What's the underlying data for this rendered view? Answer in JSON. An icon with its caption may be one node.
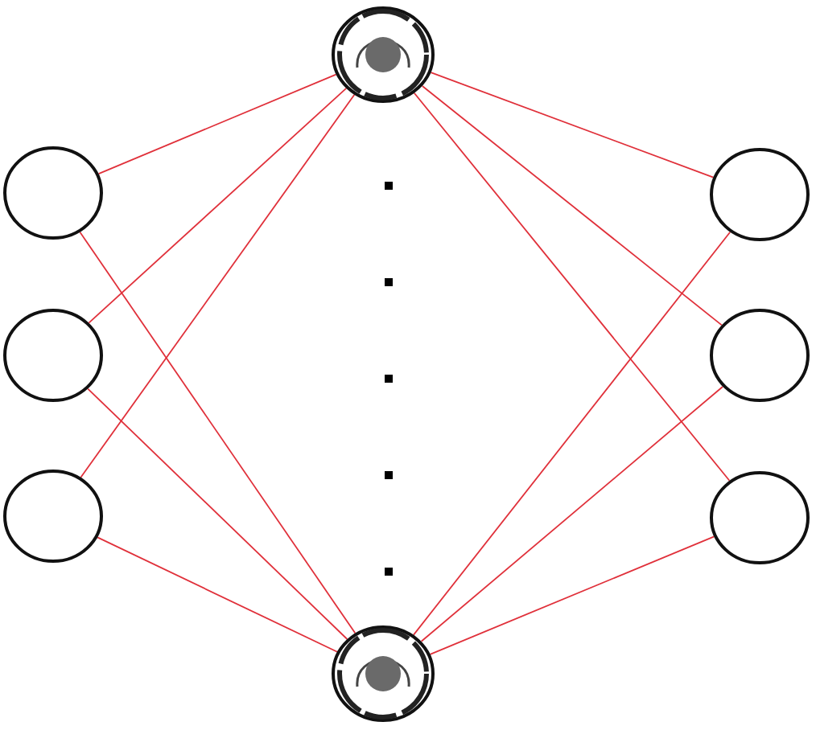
{
  "diagram": {
    "nodes": [
      {
        "text": [],
        "shape": "circle"
      },
      {
        "text": [],
        "shape": "circle"
      },
      {
        "text": [],
        "shape": "circle"
      },
      {
        "text": [],
        "shape": "circle"
      },
      {
        "text": [],
        "shape": "circle"
      },
      {
        "text": [],
        "shape": "circle"
      },
      {
        "text": [],
        "shape": "circle"
      },
      {
        "text": [],
        "shape": "circle"
      }
    ],
    "edges": [
      {
        "from": 1,
        "to": 0,
        "arrow": "none"
      },
      {
        "from": 1,
        "to": 7,
        "arrow": "none"
      },
      {
        "from": 3,
        "to": 0,
        "arrow": "none"
      },
      {
        "from": 3,
        "to": 7,
        "arrow": "none"
      },
      {
        "from": 5,
        "to": 0,
        "arrow": "none"
      },
      {
        "from": 5,
        "to": 7,
        "arrow": "none"
      },
      {
        "from": 0,
        "to": 2,
        "arrow": "none"
      },
      {
        "from": 0,
        "to": 4,
        "arrow": "none"
      },
      {
        "from": 0,
        "to": 6,
        "arrow": "none"
      },
      {
        "from": 7,
        "to": 2,
        "arrow": "none"
      },
      {
        "from": 7,
        "to": 4,
        "arrow": "none"
      },
      {
        "from": 7,
        "to": 6,
        "arrow": "none"
      }
    ]
  }
}
